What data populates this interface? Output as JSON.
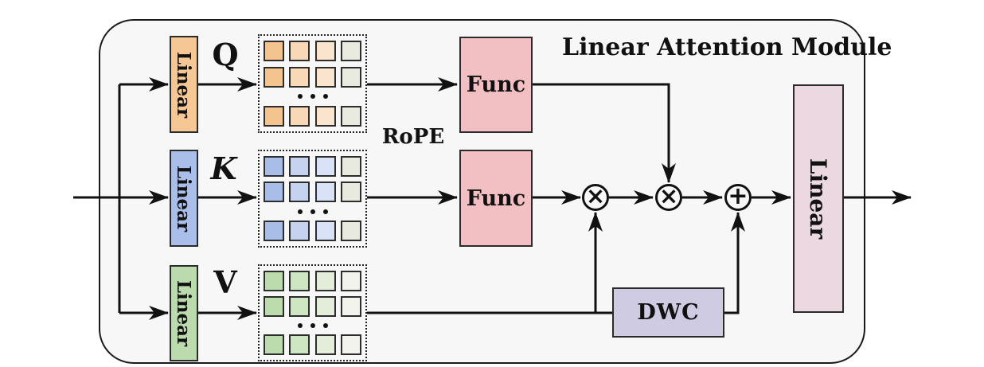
{
  "diagram": {
    "title": "Linear Attention Module",
    "rope_label": "RoPE",
    "ellipsis": "...",
    "colors": {
      "canvas_bg": "#ffffff",
      "module_bg": "#f7f7f7",
      "wire": "#111111",
      "block_border": "#2b2b2b"
    },
    "input_branches": [
      {
        "name": "query",
        "linear_label": "Linear",
        "symbol": "Q",
        "block_color": "#F5C795",
        "cell_colors": [
          "#F4C48E",
          "#F8D8B6",
          "#FAE4CD",
          "#EAEBE0"
        ]
      },
      {
        "name": "key",
        "linear_label": "Linear",
        "symbol": "K",
        "block_color": "#A9BEE9",
        "cell_colors": [
          "#A8BEE9",
          "#C5D3F1",
          "#D9E2F7",
          "#E8EAE0"
        ]
      },
      {
        "name": "value",
        "linear_label": "Linear",
        "symbol": "V",
        "block_color": "#BBDBAE",
        "cell_colors": [
          "#BCDCAE",
          "#CFE6C2",
          "#E3EDDA",
          "#F2F3EC"
        ]
      }
    ],
    "func_blocks": [
      {
        "label": "Func",
        "color": "#F2C0C3"
      },
      {
        "label": "Func",
        "color": "#F2C0C3"
      }
    ],
    "operators": [
      {
        "type": "multiply",
        "symbol": "⊗",
        "glyph": "×"
      },
      {
        "type": "multiply",
        "symbol": "⊗",
        "glyph": "×"
      },
      {
        "type": "add",
        "symbol": "⊕",
        "glyph": "+"
      }
    ],
    "dwc": {
      "label": "DWC",
      "color": "#CECBE2"
    },
    "output_linear": {
      "label": "Linear",
      "color": "#EBD8E1"
    }
  }
}
